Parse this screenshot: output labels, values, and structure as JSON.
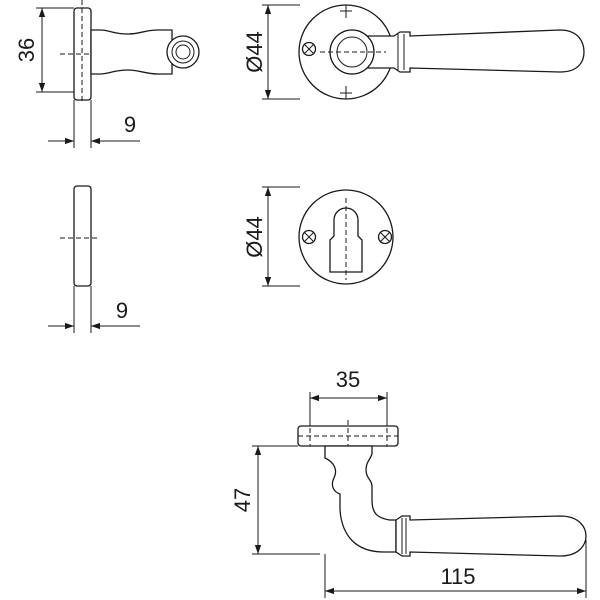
{
  "dimensions": {
    "rose_height": "36",
    "rose_thickness": "9",
    "rose_diameter": "Ø44",
    "escutcheon_diameter": "Ø44",
    "escutcheon_thickness": "9",
    "lever_rose_width": "35",
    "lever_projection": "47",
    "lever_length": "115"
  }
}
